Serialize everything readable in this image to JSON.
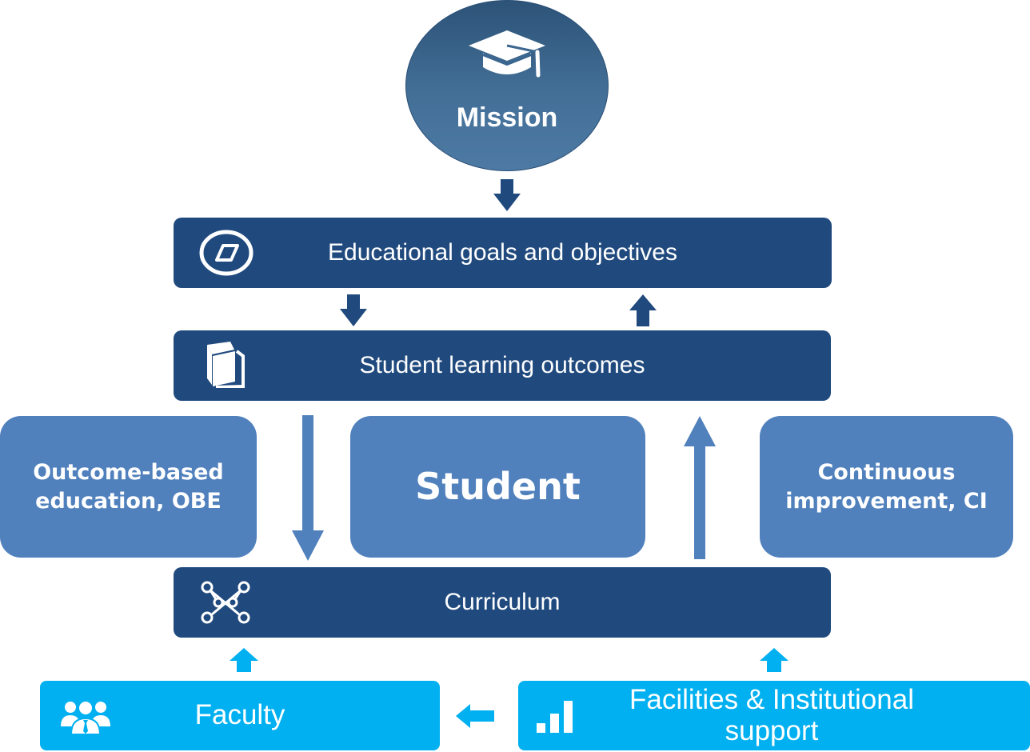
{
  "mission": {
    "label": "Mission",
    "icon": "graduation-cap-icon"
  },
  "bars": {
    "goals": {
      "label": "Educational goals and objectives",
      "icon": "compass-icon"
    },
    "outcomes": {
      "label": "Student learning outcomes",
      "icon": "book-icon"
    },
    "curriculum": {
      "label": "Curriculum",
      "icon": "network-icon"
    }
  },
  "middle": {
    "left": {
      "line1": "Outcome-based",
      "line2": "education, OBE"
    },
    "center": {
      "label": "Student"
    },
    "right": {
      "line1": "Continuous",
      "line2": "improvement, CI"
    }
  },
  "support": {
    "faculty": {
      "label": "Faculty",
      "icon": "people-icon"
    },
    "facilities": {
      "line1": "Facilities & Institutional",
      "line2": "support",
      "icon": "bar-chart-icon"
    }
  },
  "colors": {
    "dark_blue": "#204a7e",
    "mid_blue": "#5081bd",
    "cyan": "#00b0f0",
    "mission_gradient_top": "#2d5378",
    "mission_gradient_bottom": "#4d7aa4"
  }
}
